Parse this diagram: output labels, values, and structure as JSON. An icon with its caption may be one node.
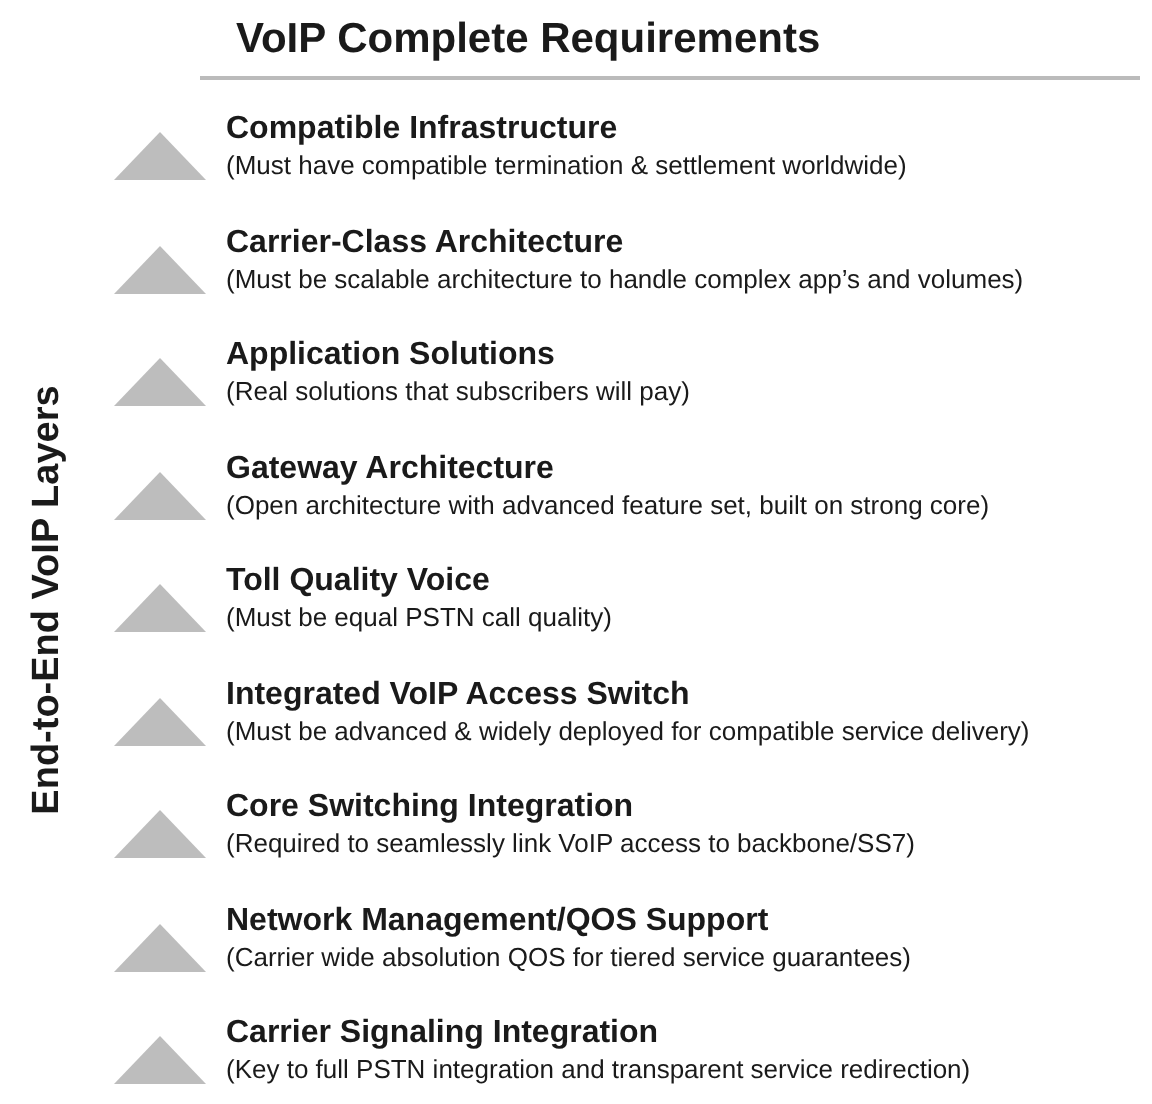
{
  "diagram": {
    "title": "VoIP Complete Requirements",
    "labels": [
      "End-to-End VoIP Layers",
      "Compatible Infrastructure",
      "(Must have compatible termination & settlement worldwide)",
      "Carrier-Class Architecture",
      "(Must be scalable architecture to handle complex app’s and volumes)",
      "Application Solutions",
      "(Real solutions that subscribers will pay)",
      "Gateway Architecture",
      "(Open architecture with advanced feature set, built on strong core)",
      "Toll Quality Voice",
      "(Must be equal PSTN call quality)",
      "Integrated VoIP Access Switch",
      "(Must be advanced & widely deployed for compatible service delivery)",
      "Core Switching Integration",
      "(Required to seamlessly link VoIP access to backbone/SS7)",
      "Network Management/QOS Support",
      "(Carrier wide absolution QOS for tiered service guarantees)",
      "Carrier Signaling Integration",
      "(Key to full PSTN integration and transparent service redirection)"
    ]
  }
}
